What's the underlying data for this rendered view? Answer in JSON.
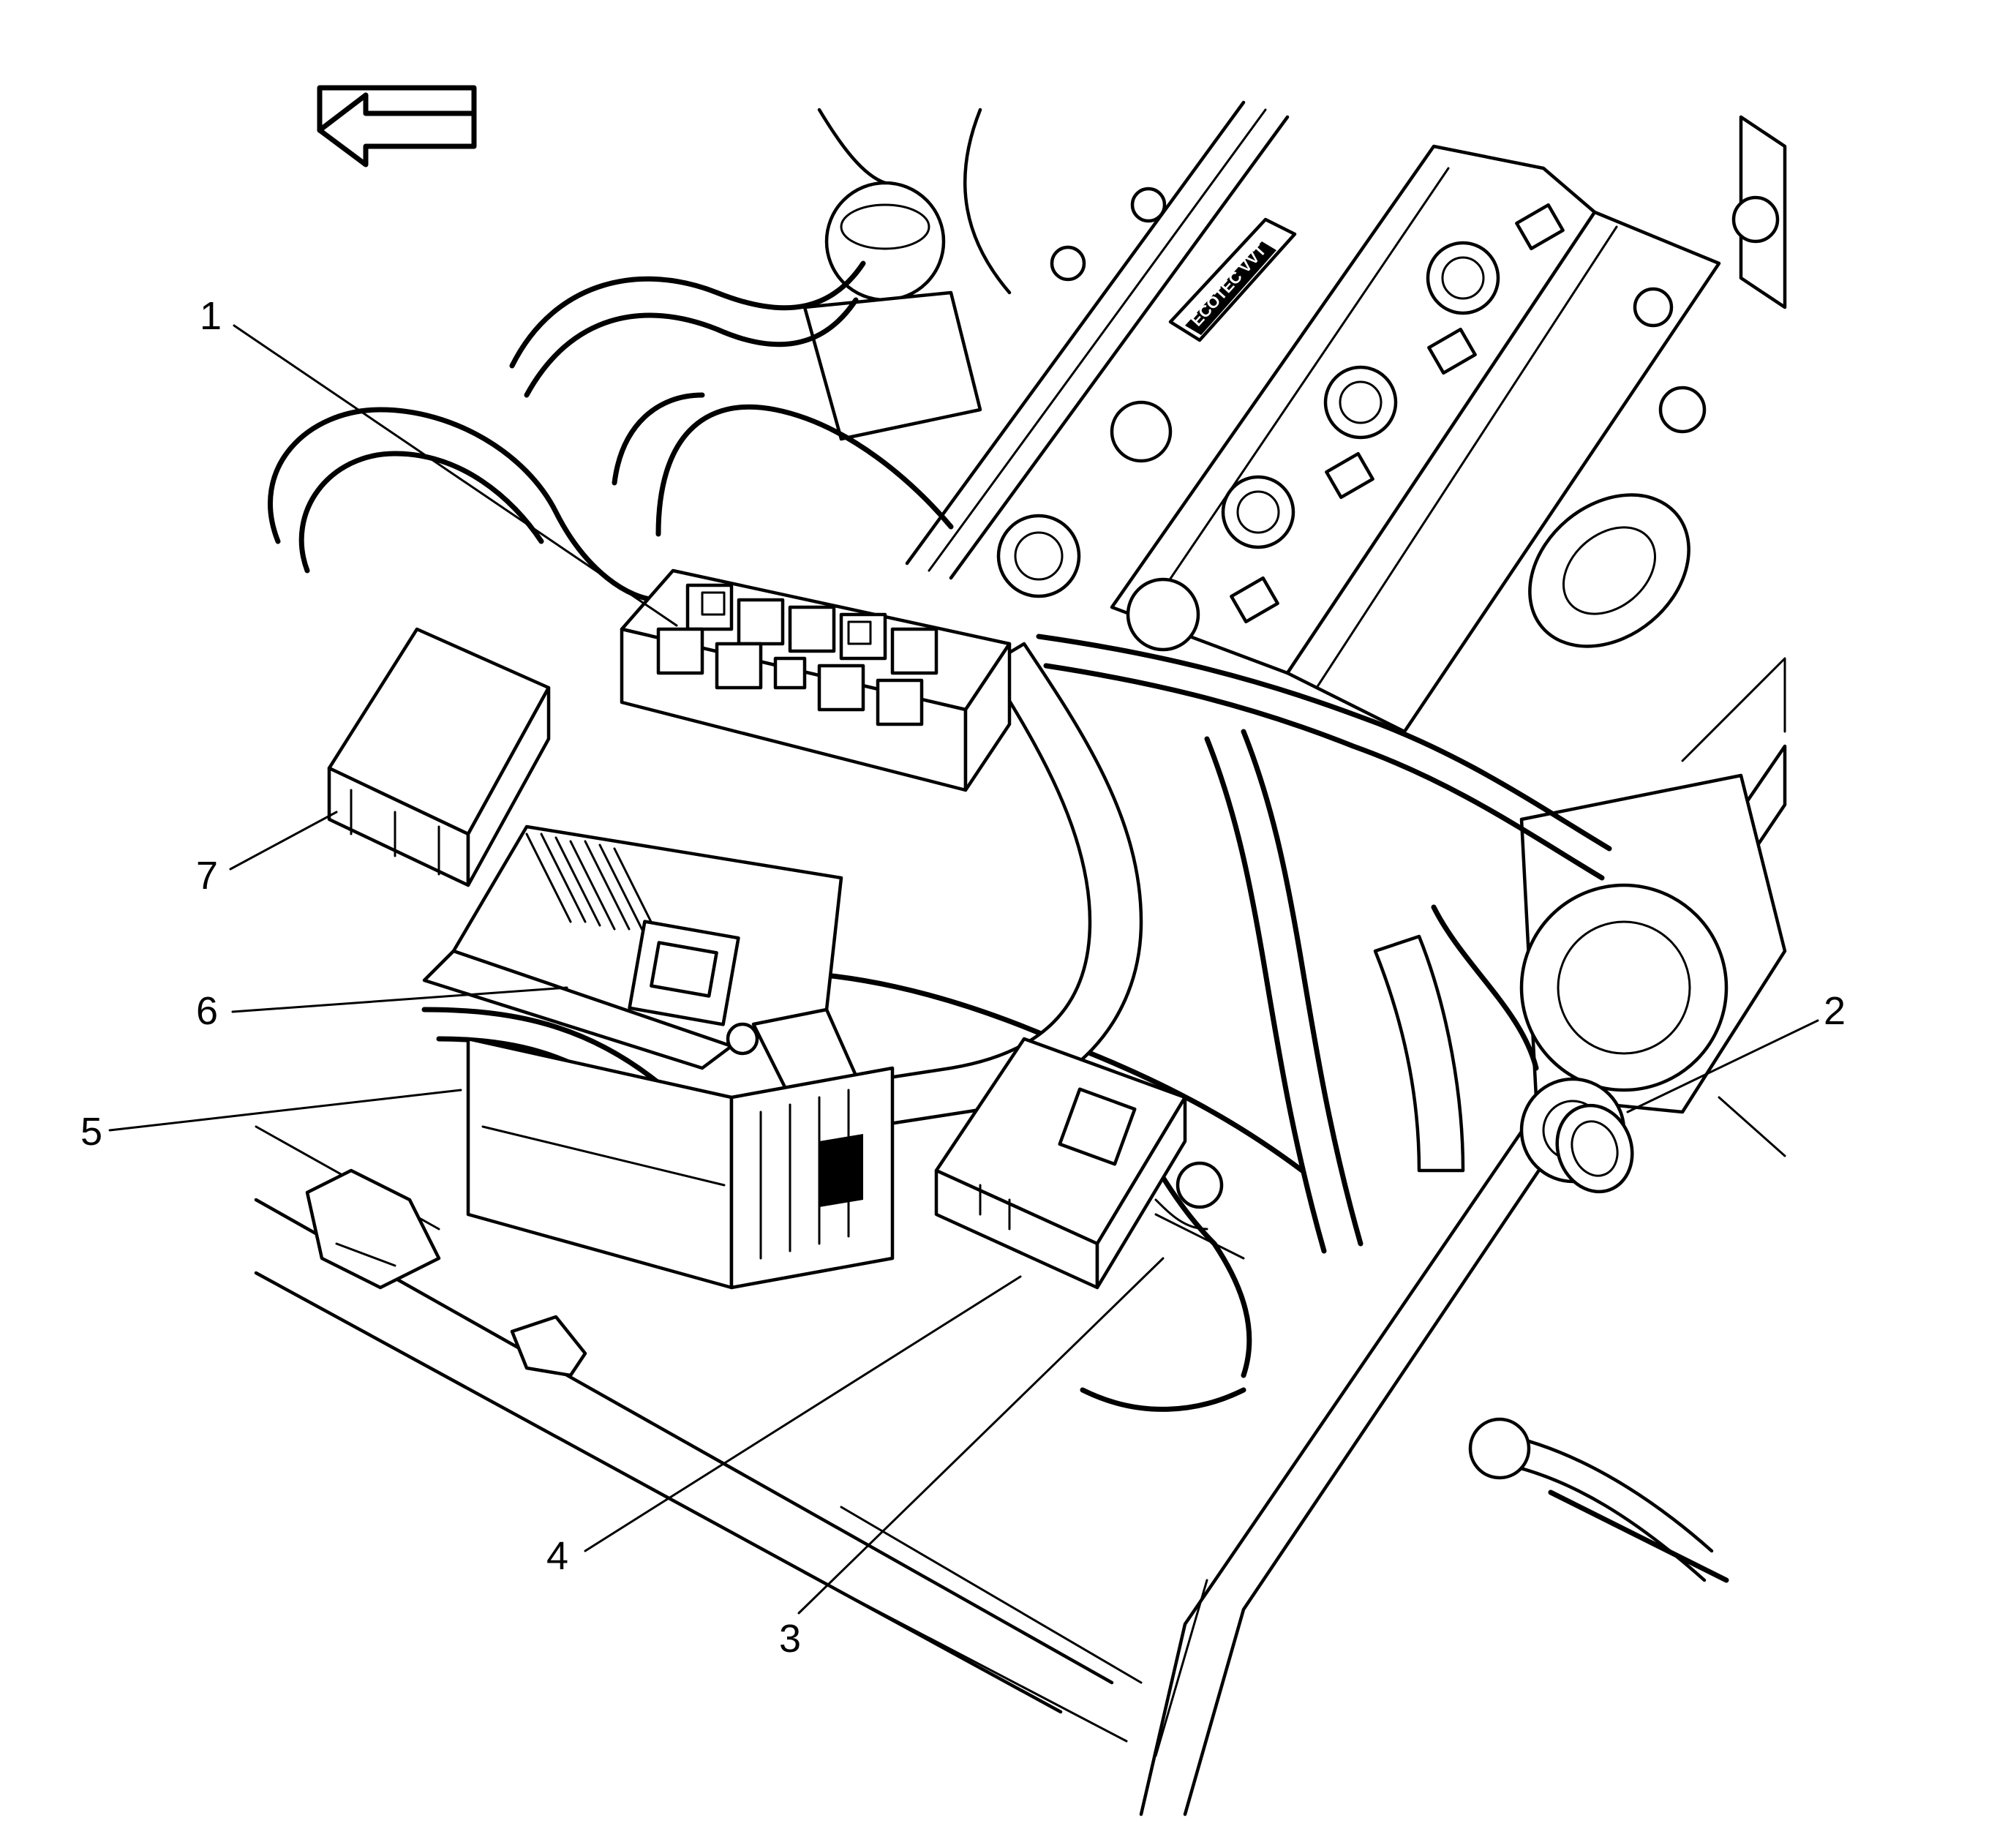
{
  "callouts": [
    {
      "id": "1",
      "label": "1"
    },
    {
      "id": "2",
      "label": "2"
    },
    {
      "id": "3",
      "label": "3"
    },
    {
      "id": "4",
      "label": "4"
    },
    {
      "id": "5",
      "label": "5"
    },
    {
      "id": "6",
      "label": "6"
    },
    {
      "id": "7",
      "label": "7"
    }
  ],
  "embossed_text": "ECOTEC VVT",
  "colors": {
    "ink": "#000000",
    "paper": "#ffffff"
  },
  "icons": [
    "direction-arrow-left-icon"
  ]
}
